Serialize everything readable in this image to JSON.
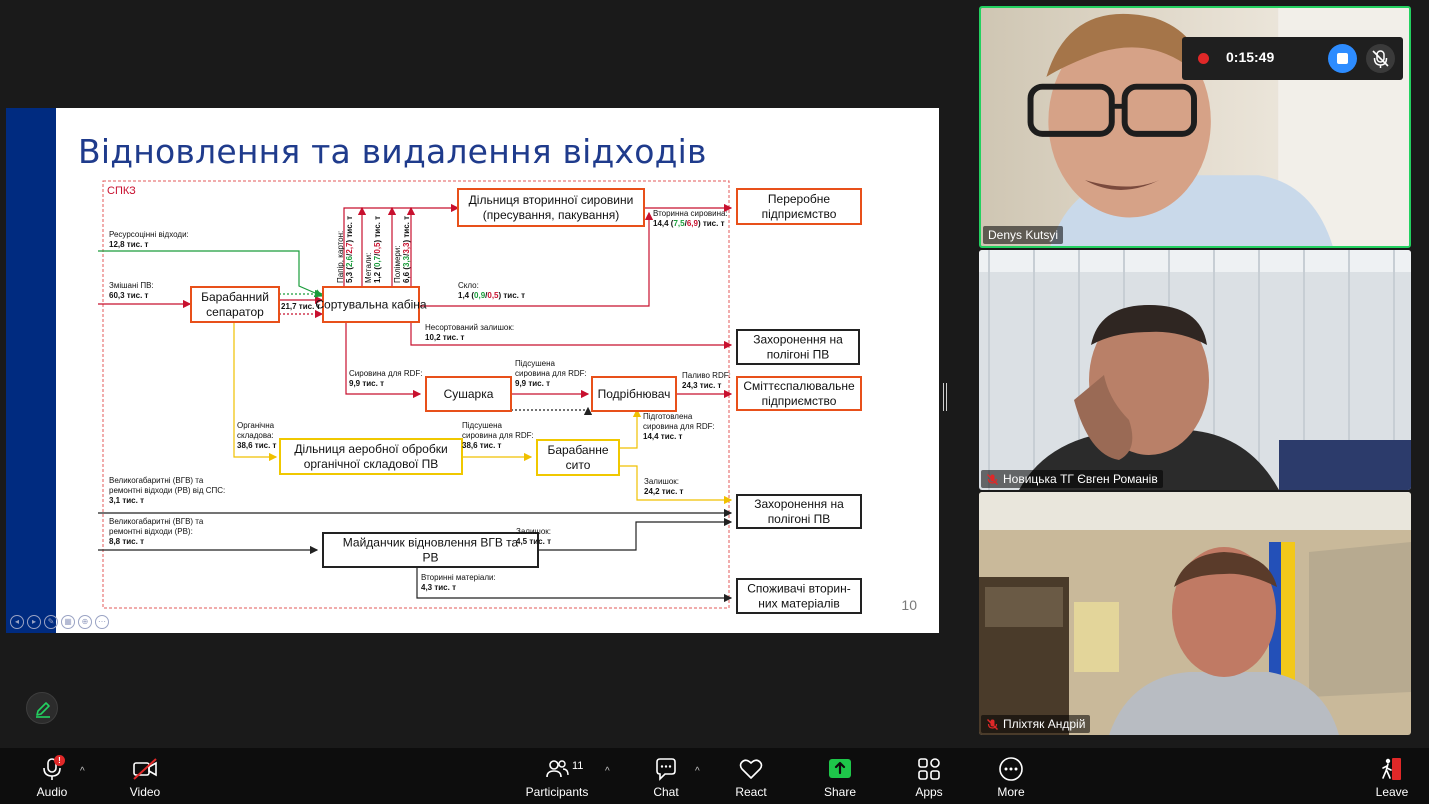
{
  "slide": {
    "title": "Відновлення та видалення відходів",
    "region_label": "СПКЗ",
    "page_number": "10",
    "boxes": {
      "drum_separator": [
        "Барабанний",
        "сепаратор"
      ],
      "sorting_cabin": [
        "Сортувальна кабіна"
      ],
      "secondary_raw": [
        "Дільниця вторинної сировини",
        "(пресування, пакування)"
      ],
      "processing_enterprise": [
        "Переробне",
        "підприємство"
      ],
      "landfill_1": [
        "Захоронення на",
        "полігоні ПВ"
      ],
      "dryer": [
        "Сушарка"
      ],
      "shredder": [
        "Подрібнювач"
      ],
      "incineration": [
        "Сміттєспалювальне",
        "підприємство"
      ],
      "aerobic": [
        "Дільниця аеробної обробки",
        "органічної складової ПВ"
      ],
      "drum_sieve": [
        "Барабанне",
        "сито"
      ],
      "landfill_2": [
        "Захоронення на",
        "полігоні ПВ"
      ],
      "vgv_site": [
        "Майданчик відновлення ВГВ та",
        "РВ"
      ],
      "consumers": [
        "Споживачі вторин-",
        "них матеріалів"
      ]
    },
    "flows": {
      "resource_waste": [
        "Ресурсоцінні відходи:",
        "12,8 тис. т"
      ],
      "mixed_pv": [
        "Змішані ПВ:",
        "60,3 тис. т"
      ],
      "separator_out": "21,7 тис. т",
      "paper": {
        "label": "Папір, картон:",
        "a": "5,3 (",
        "g": "2,6",
        "s": "/",
        "r": "2,7",
        "e": ") тис. т"
      },
      "metals": {
        "label": "Метали:",
        "a": "1,2 (",
        "g": "0,7",
        "s": "/",
        "r": "0,5",
        "e": ") тис. т"
      },
      "polymers": {
        "label": "Полімери:",
        "a": "6,6 (",
        "g": "3,3",
        "s": "/",
        "r": "3,3",
        "e": ") тис. т"
      },
      "secondary_out": {
        "label": "Вторинна сировина:",
        "a": "14,4 (",
        "g": "7,5",
        "s": "/",
        "r": "6,9",
        "e": ") тис. т"
      },
      "glass": {
        "label": "Скло:",
        "a": "1,4 (",
        "g": "0,9",
        "s": "/",
        "r": "0,5",
        "e": ") тис. т"
      },
      "unsorted": [
        "Несортований залишок:",
        "10,2 тис. т"
      ],
      "rdf_raw": [
        "Сировина для RDF:",
        "9,9 тис. т"
      ],
      "rdf_dried_1": [
        "Підсушена",
        "сировина для RDF:",
        "9,9 тис. т"
      ],
      "rdf_fuel": [
        "Паливо RDF:",
        "24,3 тис. т"
      ],
      "organic": [
        "Органічна",
        "складова:",
        "38,6 тис. т"
      ],
      "rdf_dried_2": [
        "Підсушена",
        "сировина для RDF:",
        "38,6 тис. т"
      ],
      "rdf_prepared": [
        "Підготовлена",
        "сировина для RDF:",
        "14,4 тис. т"
      ],
      "residue_1": [
        "Залишок:",
        "24,2 тис. т"
      ],
      "bulky_sps": [
        "Великогабаритні (ВГВ) та",
        "ремонтні відходи (РВ) від СПС:",
        "3,1 тис. т"
      ],
      "bulky_rv": [
        "Великогабаритні (ВГВ) та",
        "ремонтні відходи (РВ):",
        "8,8 тис. т"
      ],
      "residue_2": [
        "Залишок:",
        "4,5 тис. т"
      ],
      "secondary_materials": [
        "Вторинні матеріали:",
        "4,3 тис. т"
      ]
    }
  },
  "participants": [
    {
      "name": "Denys Kutsyi",
      "muted": false,
      "active_speaker": true
    },
    {
      "name": "Новицька ТГ Євген Романів",
      "muted": true,
      "active_speaker": false
    },
    {
      "name": "Пліхтяк Андрій",
      "muted": true,
      "active_speaker": false
    }
  ],
  "recording": {
    "time": "0:15:49"
  },
  "toolbar": {
    "audio": "Audio",
    "video": "Video",
    "participants": "Participants",
    "participants_count": "11",
    "chat": "Chat",
    "react": "React",
    "share": "Share",
    "apps": "Apps",
    "more": "More",
    "leave": "Leave",
    "audio_badge": "!"
  },
  "colors": {
    "accent_green": "#23d160",
    "record_red": "#e02828",
    "stop_blue": "#2d8cff",
    "share_green": "#1ec74a",
    "leave_red": "#e02828",
    "slide_bar": "#002b80",
    "box_red": "#e8501a",
    "box_yellow": "#f0c800",
    "flow_green": "#1a9c3b",
    "flow_red": "#c8102e"
  }
}
